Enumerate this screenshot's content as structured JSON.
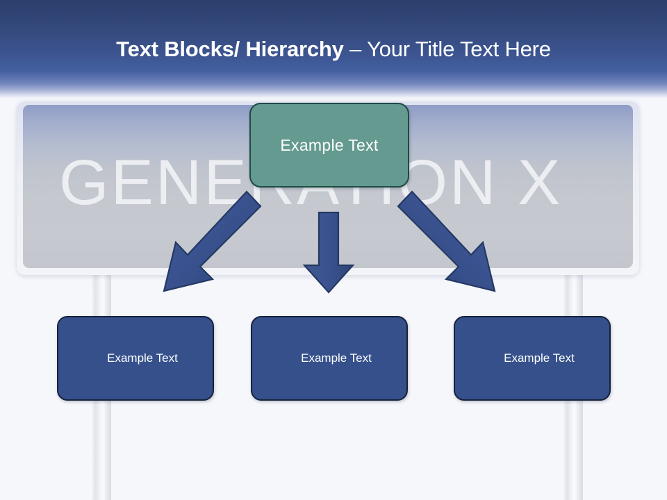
{
  "slide": {
    "title_bold": "Text Blocks/ Hierarchy ",
    "title_separator": "– ",
    "title_light": "Your Title Text Here",
    "background_color": "#f6f7fb"
  },
  "banner": {
    "caption": "GENERATION  X",
    "gradient_top_color": "#2c3f6c",
    "gradient_bottom_color": "#4360a0",
    "board_color": "#c4c7ce",
    "post_color": "#e8eaef"
  },
  "diagram": {
    "type": "hierarchy",
    "root": {
      "label": "Example  Text",
      "fill_color": "#649a90",
      "border_color": "#1f4a46",
      "text_color": "#ffffff"
    },
    "children": [
      {
        "label": "Example Text",
        "fill_color": "#35508b",
        "border_color": "#17223c",
        "text_color": "#ffffff"
      },
      {
        "label": "Example Text",
        "fill_color": "#35508b",
        "border_color": "#17223c",
        "text_color": "#ffffff"
      },
      {
        "label": "Example Text",
        "fill_color": "#35508b",
        "border_color": "#17223c",
        "text_color": "#ffffff"
      }
    ],
    "connectors": [
      {
        "name": "arrow-root-to-child-1",
        "direction": "down-left",
        "color": "#39548f"
      },
      {
        "name": "arrow-root-to-child-2",
        "direction": "down",
        "color": "#39548f"
      },
      {
        "name": "arrow-root-to-child-3",
        "direction": "down-right",
        "color": "#39548f"
      }
    ]
  }
}
